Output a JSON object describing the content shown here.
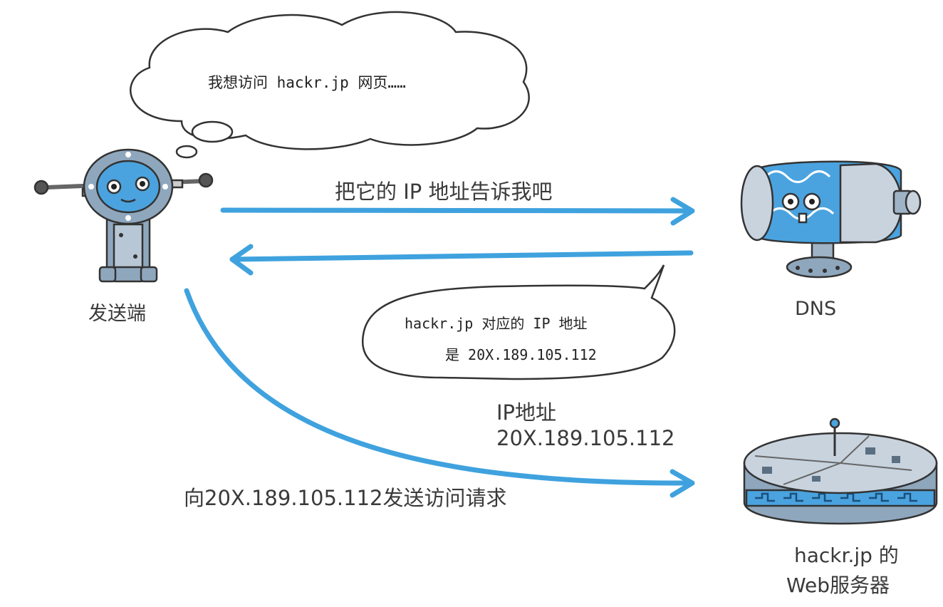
{
  "sender": {
    "label": "发送端",
    "thought": "我想访问 hackr.jp 网页……"
  },
  "dns": {
    "label": "DNS"
  },
  "server": {
    "label_line1": "hackr.jp 的",
    "label_line2": "Web服务器"
  },
  "arrows": {
    "query": "把它的 IP 地址告诉我吧",
    "reply_bubble_line1": "hackr.jp 对应的 IP 地址",
    "reply_bubble_line2": "是 20X.189.105.112",
    "ip_label_line1": "IP地址",
    "ip_label_line2": "20X.189.105.112",
    "request": "向20X.189.105.112发送访问请求"
  },
  "colors": {
    "arrow": "#3fa2de",
    "robot_body": "#8fa7bd",
    "robot_face": "#4aa3df",
    "outline": "#333333"
  }
}
